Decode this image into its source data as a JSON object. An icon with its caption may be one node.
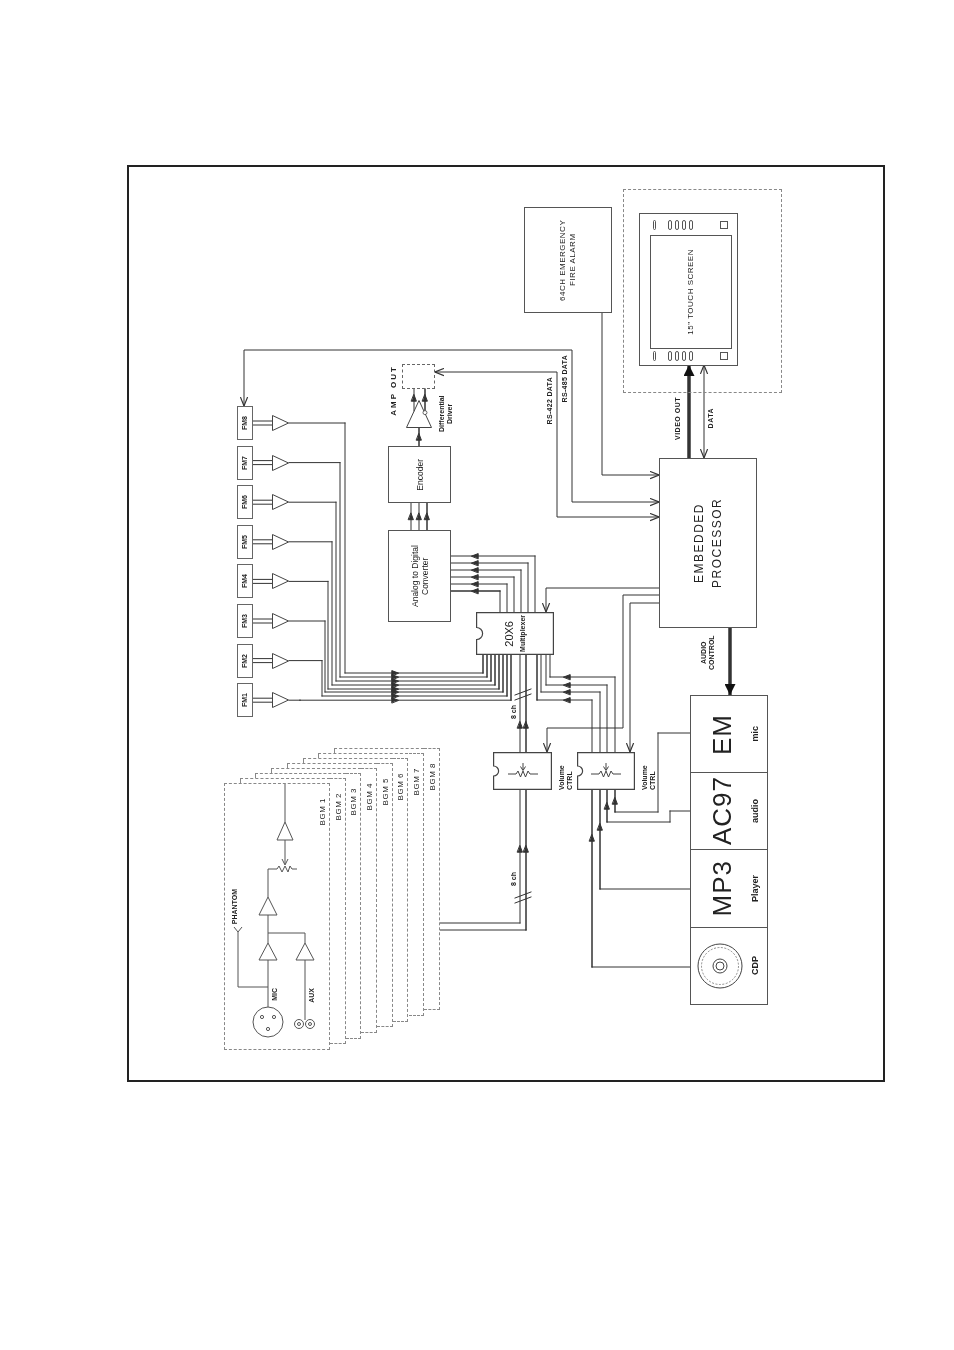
{
  "diagram": {
    "nodes": [
      {
        "text": [
          "64CH EMERGENCY FIRE ALARM"
        ]
      },
      {
        "text": [],
        "shape": "box"
      },
      {
        "text": [
          "15\" TOUCH SCREEN"
        ],
        "in": 1
      },
      {
        "text": [
          "EMBEDDED PROCESSOR"
        ]
      },
      {
        "text": [
          "AMP OUT"
        ]
      },
      {
        "text": [
          "Differential Driver"
        ]
      },
      {
        "text": [
          "Encoder"
        ]
      },
      {
        "text": [
          "Analog to Digital Converter"
        ]
      },
      {
        "text": [
          "20X6",
          "Multiplexer"
        ]
      },
      {
        "text": [
          "FM1"
        ]
      },
      {
        "text": [
          "FM2"
        ]
      },
      {
        "text": [
          "FM3"
        ]
      },
      {
        "text": [
          "FM4"
        ]
      },
      {
        "text": [
          "FM5"
        ]
      },
      {
        "text": [
          "FM6"
        ]
      },
      {
        "text": [
          "FM7"
        ]
      },
      {
        "text": [
          "FM8"
        ]
      },
      {
        "text": [],
        "shape": "triangle"
      },
      {
        "text": [],
        "shape": "triangle"
      },
      {
        "text": [],
        "shape": "triangle"
      },
      {
        "text": [],
        "shape": "triangle"
      },
      {
        "text": [],
        "shape": "triangle"
      },
      {
        "text": [],
        "shape": "triangle"
      },
      {
        "text": [],
        "shape": "triangle"
      },
      {
        "text": [],
        "shape": "triangle"
      },
      {
        "text": [
          "BGM 1"
        ]
      },
      {
        "text": [
          "BGM 2"
        ]
      },
      {
        "text": [
          "BGM 3"
        ]
      },
      {
        "text": [
          "BGM 4"
        ]
      },
      {
        "text": [
          "BGM 5"
        ]
      },
      {
        "text": [
          "BGM 6"
        ]
      },
      {
        "text": [
          "BGM 7"
        ]
      },
      {
        "text": [
          "BGM 8"
        ]
      },
      {
        "text": [
          "Volume CTRL"
        ]
      },
      {
        "text": [
          "Volume CTRL"
        ]
      },
      {
        "text": [
          "EM",
          "mic"
        ]
      },
      {
        "text": [
          "AC97",
          "audio"
        ]
      },
      {
        "text": [
          "MP3",
          "Player"
        ]
      },
      {
        "text": [
          "CDP"
        ]
      }
    ],
    "edges": [
      {
        "from": 0,
        "to": 3,
        "arrow": "to"
      },
      {
        "from": 3,
        "to": 2,
        "arrow": "to",
        "style": "thick",
        "label": "VIDEO OUT"
      },
      {
        "from": 3,
        "to": 2,
        "arrow": "both",
        "label": "DATA"
      },
      {
        "from": 3,
        "to": 4,
        "arrow": "both",
        "label": "RS-422 DATA"
      },
      {
        "from": 3,
        "to": 16,
        "arrow": "both",
        "label": "RS-485 DATA"
      },
      {
        "from": 3,
        "to": 8,
        "arrow": "to"
      },
      {
        "from": 8,
        "to": 7,
        "arrow": "to"
      },
      {
        "from": 7,
        "to": 6,
        "arrow": "to"
      },
      {
        "from": 6,
        "to": 5,
        "arrow": "to"
      },
      {
        "from": 5,
        "to": 4,
        "arrow": "to"
      },
      {
        "from": 9,
        "to": 17,
        "arrow": "none"
      },
      {
        "from": 10,
        "to": 18,
        "arrow": "none"
      },
      {
        "from": 11,
        "to": 19,
        "arrow": "none"
      },
      {
        "from": 12,
        "to": 20,
        "arrow": "none"
      },
      {
        "from": 13,
        "to": 21,
        "arrow": "none"
      },
      {
        "from": 14,
        "to": 22,
        "arrow": "none"
      },
      {
        "from": 15,
        "to": 23,
        "arrow": "none"
      },
      {
        "from": 16,
        "to": 24,
        "arrow": "none"
      },
      {
        "from": 17,
        "to": 8,
        "arrow": "to"
      },
      {
        "from": 18,
        "to": 8,
        "arrow": "to"
      },
      {
        "from": 19,
        "to": 8,
        "arrow": "to"
      },
      {
        "from": 20,
        "to": 8,
        "arrow": "to"
      },
      {
        "from": 21,
        "to": 8,
        "arrow": "to"
      },
      {
        "from": 22,
        "to": 8,
        "arrow": "to"
      },
      {
        "from": 23,
        "to": 8,
        "arrow": "to"
      },
      {
        "from": 24,
        "to": 8,
        "arrow": "to"
      },
      {
        "from": 3,
        "to": 35,
        "arrow": "to",
        "style": "thick",
        "label": "AUDIO CONTROL"
      },
      {
        "from": 3,
        "to": 33,
        "arrow": "to"
      },
      {
        "from": 3,
        "to": 34,
        "arrow": "to"
      },
      {
        "from": 32,
        "to": 33,
        "arrow": "to",
        "label": "8 ch"
      },
      {
        "from": 33,
        "to": 8,
        "arrow": "to",
        "label": "8 ch"
      },
      {
        "from": 35,
        "to": 34,
        "arrow": "to"
      },
      {
        "from": 36,
        "to": 34,
        "arrow": "to"
      },
      {
        "from": 37,
        "to": 34,
        "arrow": "to"
      },
      {
        "from": 38,
        "to": 34,
        "arrow": "to"
      },
      {
        "from": 34,
        "to": 8,
        "arrow": "to"
      }
    ],
    "labels": [
      "PHANTOM",
      "MIC",
      "AUX"
    ]
  }
}
